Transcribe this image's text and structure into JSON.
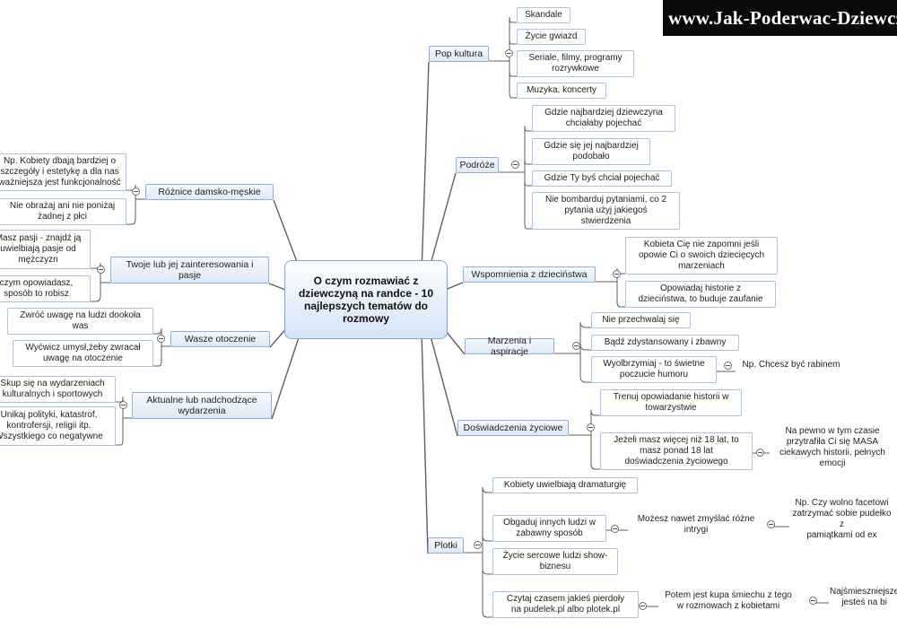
{
  "banner": "www.Jak-Poderwac-Dziewczyne",
  "center": "O czym rozmawiać z dziewczyną na randce - 10 najlepszych tematów do rozmowy",
  "branches": {
    "pop": {
      "label": "Pop kultura",
      "items": [
        "Skandale",
        "Życie gwiazd",
        "Seriale, filmy, programy\nrozrywkowe",
        "Muzyka, koncerty"
      ]
    },
    "podroze": {
      "label": "Podróże",
      "items": [
        "Gdzie najbardziej dziewczyna\nchciałaby pojechać",
        "Gdzie się jej najbardziej\npodobało",
        "Gdzie Ty byś chciał pojechać",
        "Nie bombarduj pytaniami, co 2\npytania użyj jakiegoś\nstwierdzenia"
      ]
    },
    "wspomnienia": {
      "label": "Wspomnienia z dzieciństwa",
      "items": [
        "Kobieta Cię nie zapomni jeśli\nopowie Ci o swoich dziecięcych\nmarzeniach",
        "Opowiadaj historie z\ndzieciństwa, to buduje zaufanie"
      ]
    },
    "marzenia": {
      "label": "Marzenia i aspiracje",
      "items": [
        "Nie przechwalaj się",
        "Bądź zdystansowany i zbawny",
        "Wyolbrzymiaj - to świetne\npoczucie humoru"
      ],
      "note": "Np. Chcesz być rabinem"
    },
    "doswiadczenia": {
      "label": "Doświadczenia życiowe",
      "items": [
        "Trenuj opowiadanie historii w\ntowarzystwie",
        "Jeżeli masz więcej niż 18 lat, to\nmasz ponad 18 lat\ndoświadczenia życiowego"
      ],
      "note": "Na pewno w tym czasie\nprzytrafiła Ci się MASA\nciekawych historii, pełnych\nemocji"
    },
    "plotki": {
      "label": "Plotki",
      "items": [
        "Kobiety uwielbiają dramaturgię",
        "Obgaduj innych ludzi w\nzabawny sposób",
        "Życie sercowe ludzi show-\nbiznesu",
        "Czytaj czasem jakieś pierdoły\nna pudelek.pl albo plotek.pl"
      ],
      "note1": "Możesz nawet zmyślać różne\nintrygi",
      "note1b": "Np. Czy wolno facetowi\nzatrzymać sobie pudełko z\npamiątkami od ex",
      "note2": "Potem jest kupa śmiechu z tego\nw rozmowach z kobietami",
      "note2b": "Najśmieszniejsze\njesteś na bi"
    },
    "roznice": {
      "label": "Różnice damsko-męskie",
      "items": [
        "Np. Kobiety dbają bardziej o\nszczegóły i estetykę a dla nas\nważniejsza jest funkcjonalność",
        "Nie obrażaj ani nie poniżaj\nżadnej z płci"
      ]
    },
    "zainteresowania": {
      "label": "Twoje lub jej zainteresowania i\npasje",
      "items": [
        "Masz pasji - znajdź ją\nuwielbiają pasje od\nmężczyzn",
        "czym opowiadasz,\nsposób to robisz"
      ]
    },
    "otoczenie": {
      "label": "Wasze otoczenie",
      "items": [
        "Zwróć uwagę na ludzi dookoła\nwas",
        "Wyćwicz umysł,żeby zwracał\nuwagę na otoczenie"
      ]
    },
    "wydarzenia": {
      "label": "Aktualne lub nadchodzące\nwydarzenia",
      "items": [
        "Skup się na wydarzeniach\nkulturalnych i sportowych",
        "Unikaj polityki, katastrof,\nkontrofersji, religii itp.\nWszystkiego co negatywne"
      ]
    }
  }
}
